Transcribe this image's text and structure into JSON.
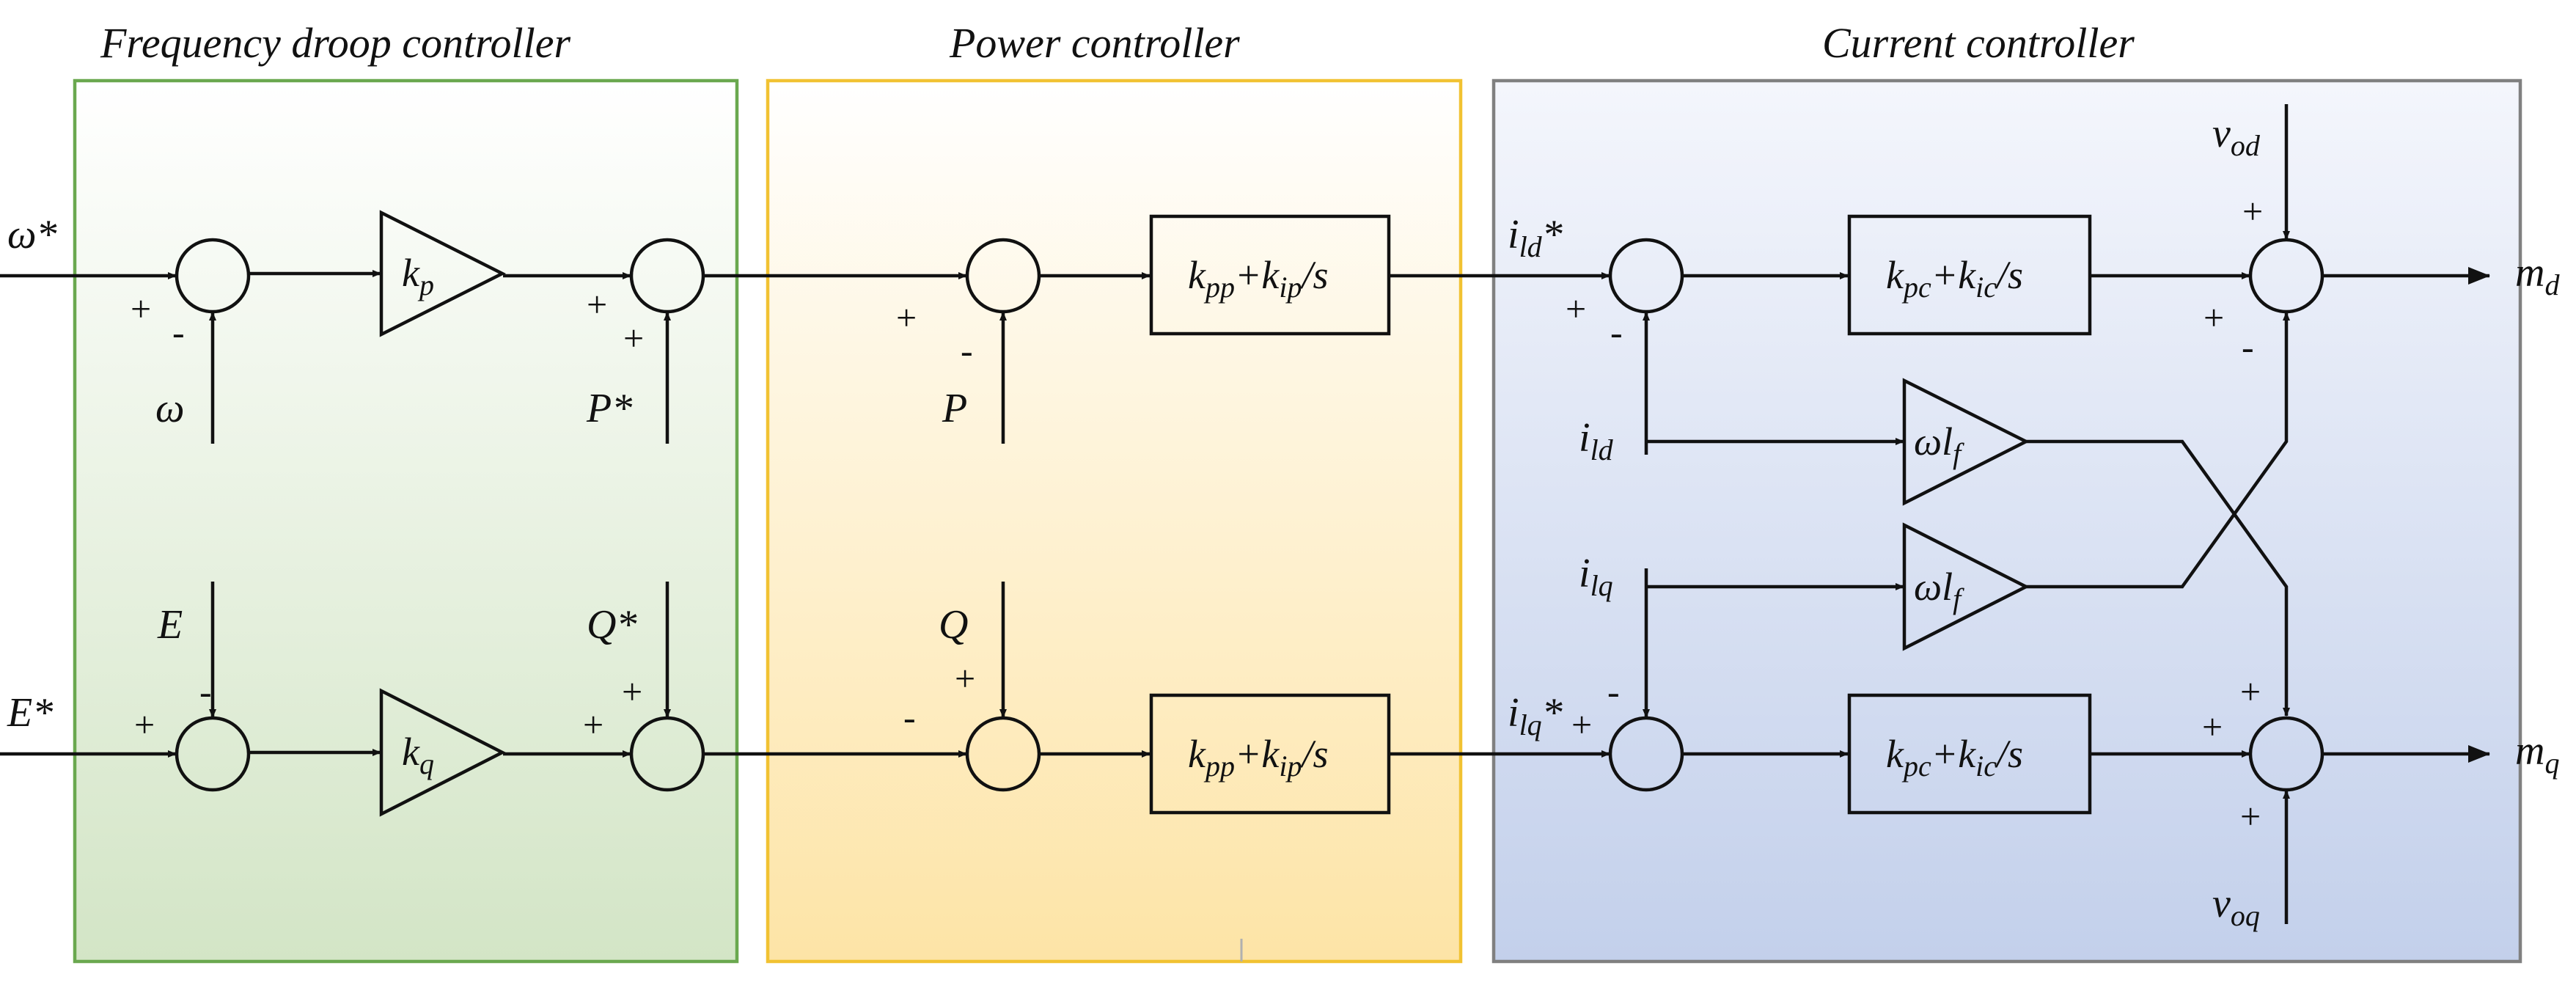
{
  "sections": {
    "droop": {
      "title": "Frequency droop controller",
      "color": "#6aa84f"
    },
    "power": {
      "title": "Power controller",
      "color": "#f1c232"
    },
    "current": {
      "title": "Current controller",
      "color": "#808080"
    }
  },
  "inputs": {
    "omega_ref": {
      "main": "ω",
      "sup": "*"
    },
    "E_ref": {
      "main": "E",
      "sup": "*"
    },
    "omega": {
      "main": "ω"
    },
    "E": {
      "main": "E"
    },
    "P_ref": {
      "main": "P",
      "sup": "*"
    },
    "Q_ref": {
      "main": "Q",
      "sup": "*"
    },
    "P": {
      "main": "P"
    },
    "Q": {
      "main": "Q"
    },
    "ild_ref": {
      "main": "i",
      "sub": "ld",
      "sup": "*"
    },
    "ilq_ref": {
      "main": "i",
      "sub": "lq",
      "sup": "*"
    },
    "ild": {
      "main": "i",
      "sub": "ld"
    },
    "ilq": {
      "main": "i",
      "sub": "lq"
    },
    "vod": {
      "main": "v",
      "sub": "od"
    },
    "voq": {
      "main": "v",
      "sub": "oq"
    }
  },
  "outputs": {
    "md": {
      "main": "m",
      "sub": "d"
    },
    "mq": {
      "main": "m",
      "sub": "q"
    }
  },
  "gains": {
    "kp": {
      "main": "k",
      "sub": "p"
    },
    "kq": {
      "main": "k",
      "sub": "q"
    },
    "wlf": {
      "main": "ωl",
      "sub": "f"
    }
  },
  "blocks": {
    "power_pi": {
      "k1": "k",
      "s1": "pp",
      "plus": "+",
      "k2": "k",
      "s2": "ip",
      "tail": "/s"
    },
    "current_pi": {
      "k1": "k",
      "s1": "pc",
      "plus": "+",
      "k2": "k",
      "s2": "ic",
      "tail": "/s"
    }
  },
  "signs": {
    "plus": "+",
    "minus": "-"
  }
}
